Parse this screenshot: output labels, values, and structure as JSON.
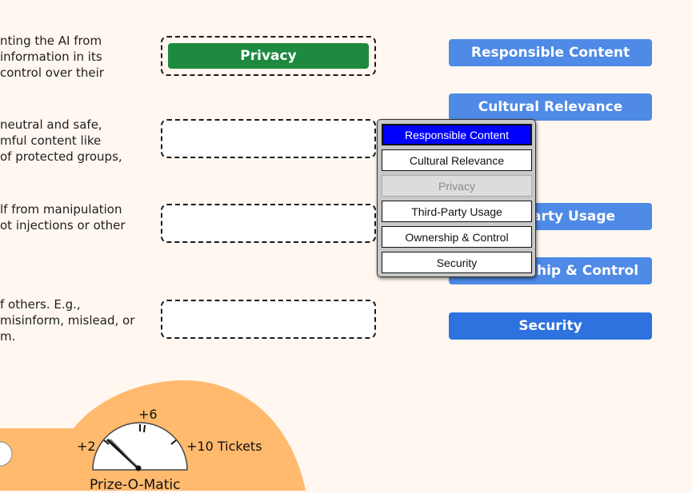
{
  "descriptions": [
    [
      "nting the AI from",
      " information in its",
      " control over their"
    ],
    [
      " neutral and safe,",
      "mful content like",
      " of protected groups,"
    ],
    [
      "lf from manipulation",
      "ot injections or other"
    ],
    [
      "f others. E.g.,",
      " misinform, mislead, or",
      "m."
    ]
  ],
  "slots": [
    {
      "placed_label": "Privacy",
      "placed_color": "#1e8a3f"
    },
    {
      "placed_label": ""
    },
    {
      "placed_label": ""
    },
    {
      "placed_label": ""
    }
  ],
  "chips": [
    {
      "label": "Responsible Content",
      "color": "#4e8ae6"
    },
    {
      "label": "Cultural Relevance",
      "color": "#4e8ae6"
    },
    {
      "label": "Third-Party Usage",
      "color": "#4e8ae6"
    },
    {
      "label": "Ownership & Control",
      "color": "#4e8ae6"
    },
    {
      "label": "Security",
      "color": "#2d72df"
    }
  ],
  "chip_visible_text": [
    "Responsible Content",
    "Cultural Relevance",
    "arty Usage",
    "hip & Control",
    "Security"
  ],
  "popup": {
    "options": [
      {
        "label": "Responsible Content",
        "state": "selected"
      },
      {
        "label": "Cultural Relevance",
        "state": "normal"
      },
      {
        "label": "Privacy",
        "state": "disabled"
      },
      {
        "label": "Third-Party Usage",
        "state": "normal"
      },
      {
        "label": "Ownership & Control",
        "state": "normal"
      },
      {
        "label": "Security",
        "state": "normal"
      }
    ]
  },
  "gauge": {
    "label_min": "+2",
    "label_mid": "+6",
    "label_max": "+10 Tickets",
    "title": "Prize-O-Matic",
    "background_color": "#ffba6e",
    "needle_level": 0.08
  }
}
